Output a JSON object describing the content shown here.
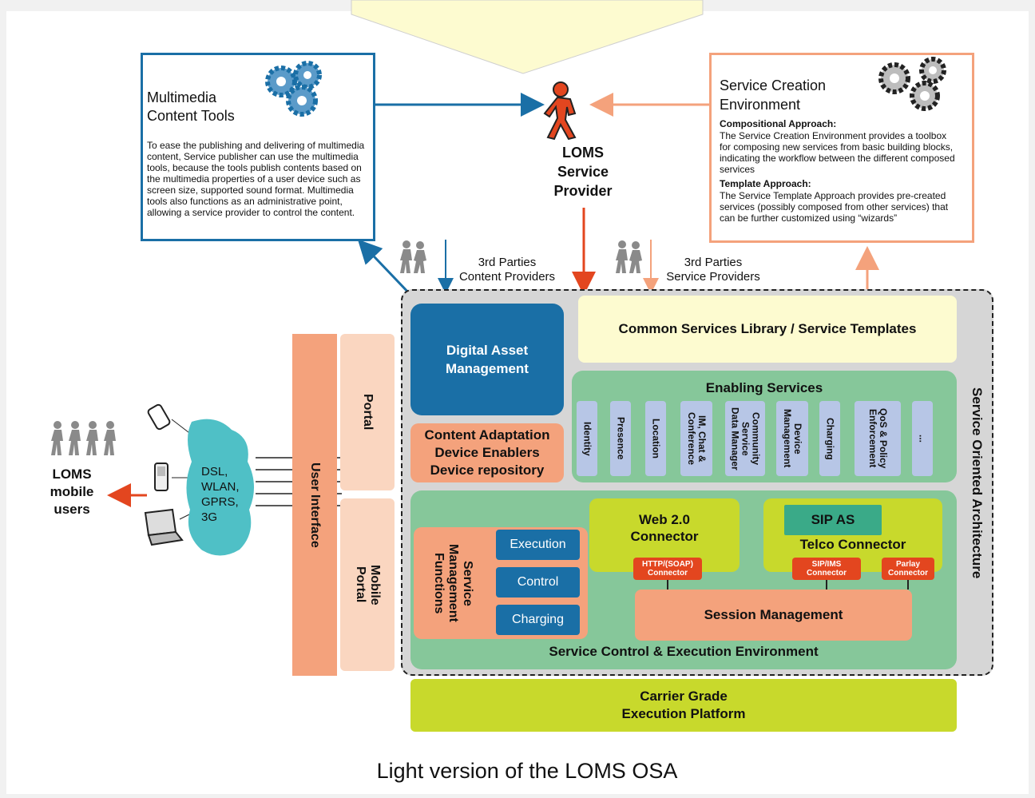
{
  "caption": "Light version of the LOMS OSA",
  "multimedia_tools": {
    "title_line1": "Multimedia",
    "title_line2": "Content Tools",
    "description": "To ease the publishing and delivering of multimedia content, Service publisher can use the multimedia tools, because the tools publish contents based on the multimedia properties of a user device such as screen size, supported sound format. Multimedia tools also functions as an administrative point, allowing a service provider to control the content."
  },
  "service_creation": {
    "title_line1": "Service Creation",
    "title_line2": "Environment",
    "compositional_heading": "Compositional Approach:",
    "compositional_text": "The Service Creation Environment provides a toolbox for composing new services from basic building blocks, indicating the workflow between the different composed services",
    "template_heading": "Template Approach:",
    "template_text": "The Service Template Approach provides pre-created services (possibly composed from other services) that can be further customized using “wizards”"
  },
  "provider": {
    "line1": "LOMS",
    "line2": "Service",
    "line3": "Provider"
  },
  "third_party_content": {
    "line1": "3rd Parties",
    "line2": "Content Providers"
  },
  "third_party_service": {
    "line1": "3rd Parties",
    "line2": "Service Providers"
  },
  "users": {
    "line1": "LOMS",
    "line2": "mobile",
    "line3": "users"
  },
  "network": {
    "line1": "DSL,",
    "line2": "WLAN,",
    "line3": "GPRS,",
    "line4": "3G"
  },
  "user_interface": "User Interface",
  "portal": "Portal",
  "mobile_portal_line1": "Mobile",
  "mobile_portal_line2": "Portal",
  "soa_label": "Service Oriented Architecture",
  "dam": {
    "line1": "Digital Asset",
    "line2": "Management"
  },
  "content_adaptation": {
    "line1": "Content Adaptation",
    "line2": "Device Enablers",
    "line3": "Device repository"
  },
  "common_services": "Common Services Library / Service Templates",
  "enabling_services": {
    "title": "Enabling Services",
    "items": [
      {
        "line1": "Identity",
        "line2": ""
      },
      {
        "line1": "Presence",
        "line2": ""
      },
      {
        "line1": "Location",
        "line2": ""
      },
      {
        "line1": "IM, Chat &",
        "line2": "Conference"
      },
      {
        "line1": "Community Service",
        "line2": "Data Manager"
      },
      {
        "line1": "Device",
        "line2": "Management"
      },
      {
        "line1": "Charging",
        "line2": ""
      },
      {
        "line1": "QoS & Policy",
        "line2": "Enforcement"
      },
      {
        "line1": "...",
        "line2": ""
      }
    ]
  },
  "smf": {
    "line1": "Service",
    "line2": "Management",
    "line3": "Functions",
    "execution": "Execution",
    "control": "Control",
    "charging": "Charging"
  },
  "web20": {
    "line1": "Web 2.0",
    "line2": "Connector",
    "http_line1": "HTTP/(SOAP)",
    "http_line2": "Connector"
  },
  "telco": {
    "sip_as": "SIP AS",
    "label": "Telco Connector",
    "sipims_line1": "SIP/IMS",
    "sipims_line2": "Connector",
    "parlay_line1": "Parlay",
    "parlay_line2": "Connector"
  },
  "session_management": "Session Management",
  "scee": "Service Control & Execution Environment",
  "carrier": {
    "line1": "Carrier Grade",
    "line2": "Execution Platform"
  },
  "colors": {
    "blue": "#1a6fa6",
    "orange": "#e3461f",
    "salmon": "#f4a27c",
    "green": "#86c79a",
    "lime": "#c8d92c",
    "cream": "#fdfbd0",
    "gray": "#d6d6d6"
  }
}
